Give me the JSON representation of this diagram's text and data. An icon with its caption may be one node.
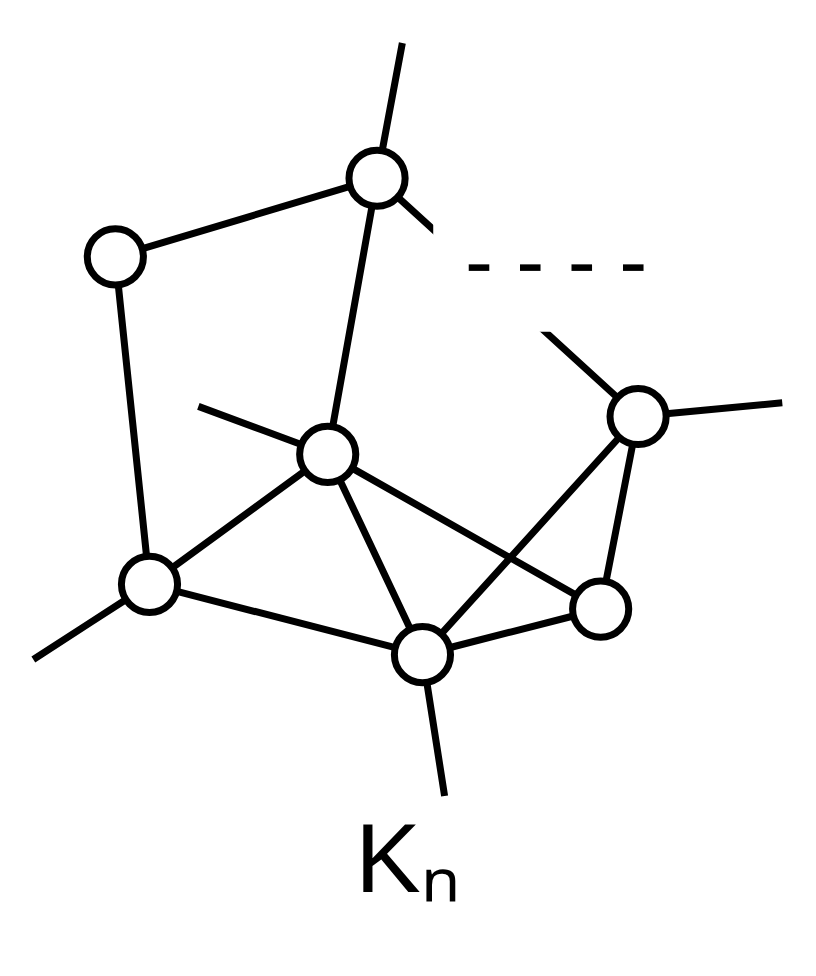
{
  "diagram": {
    "caption": "Kₙ",
    "nodes": [
      {
        "text": [],
        "shape": "circle"
      },
      {
        "text": [],
        "shape": "circle"
      },
      {
        "text": [],
        "shape": "circle"
      },
      {
        "text": [],
        "shape": "circle"
      },
      {
        "text": [],
        "shape": "circle"
      },
      {
        "text": [],
        "shape": "circle"
      },
      {
        "text": [],
        "shape": "circle"
      }
    ],
    "edges": [
      {
        "from": 0,
        "to": 1,
        "arrow": "none"
      },
      {
        "from": 1,
        "to": 2,
        "arrow": "none"
      },
      {
        "from": 0,
        "to": 3,
        "arrow": "none"
      },
      {
        "from": 3,
        "to": 4,
        "arrow": "none"
      },
      {
        "from": 3,
        "to": 5,
        "arrow": "none"
      },
      {
        "from": 2,
        "to": 5,
        "arrow": "none"
      },
      {
        "from": 2,
        "to": 4,
        "arrow": "none"
      },
      {
        "from": 4,
        "to": 6,
        "arrow": "none"
      },
      {
        "from": 0,
        "to": 6,
        "arrow": "none"
      },
      {
        "from": 1,
        "to": 6,
        "arrow": "none"
      },
      {
        "from": 1,
        "to": 4,
        "arrow": "none"
      },
      {
        "from": 0,
        "to": null,
        "arrow": "none"
      },
      {
        "from": 1,
        "to": null,
        "arrow": "none"
      },
      {
        "from": 3,
        "to": null,
        "arrow": "none"
      },
      {
        "from": 2,
        "to": null,
        "arrow": "none"
      },
      {
        "from": 4,
        "to": null,
        "arrow": "none"
      }
    ],
    "labels": [
      "- - - -"
    ]
  }
}
